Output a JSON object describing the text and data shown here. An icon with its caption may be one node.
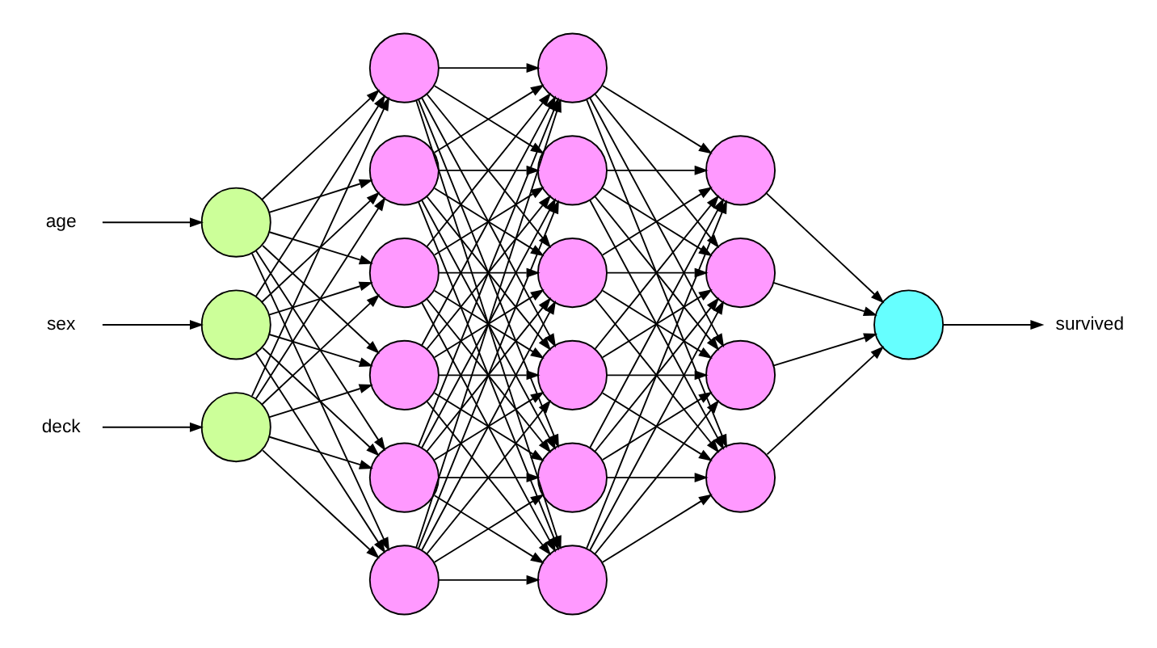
{
  "diagram": {
    "nodes": [
      {
        "text": [
          "age"
        ]
      },
      {
        "text": [
          "sex"
        ]
      },
      {
        "text": [
          "deck"
        ]
      },
      {
        "text": [],
        "shape": "circle"
      },
      {
        "text": [],
        "shape": "circle"
      },
      {
        "text": [],
        "shape": "circle"
      },
      {
        "text": [],
        "shape": "circle"
      },
      {
        "text": [],
        "shape": "circle"
      },
      {
        "text": [],
        "shape": "circle"
      },
      {
        "text": [],
        "shape": "circle"
      },
      {
        "text": [],
        "shape": "circle"
      },
      {
        "text": [],
        "shape": "circle"
      },
      {
        "text": [],
        "shape": "circle"
      },
      {
        "text": [],
        "shape": "circle"
      },
      {
        "text": [],
        "shape": "circle"
      },
      {
        "text": [],
        "shape": "circle"
      },
      {
        "text": [],
        "shape": "circle"
      },
      {
        "text": [],
        "shape": "circle"
      },
      {
        "text": [],
        "shape": "circle"
      },
      {
        "text": [],
        "shape": "circle"
      },
      {
        "text": [],
        "shape": "circle"
      },
      {
        "text": [],
        "shape": "circle"
      },
      {
        "text": [],
        "shape": "circle"
      },
      {
        "text": [
          "survived"
        ]
      }
    ],
    "edges": [
      {
        "from": 0,
        "to": 3,
        "arrow": "to"
      },
      {
        "from": 1,
        "to": 4,
        "arrow": "to"
      },
      {
        "from": 2,
        "to": 5,
        "arrow": "to"
      },
      {
        "from": 3,
        "to": 6,
        "arrow": "to"
      },
      {
        "from": 3,
        "to": 7,
        "arrow": "to"
      },
      {
        "from": 3,
        "to": 8,
        "arrow": "to"
      },
      {
        "from": 3,
        "to": 9,
        "arrow": "to"
      },
      {
        "from": 3,
        "to": 10,
        "arrow": "to"
      },
      {
        "from": 3,
        "to": 11,
        "arrow": "to"
      },
      {
        "from": 4,
        "to": 6,
        "arrow": "to"
      },
      {
        "from": 4,
        "to": 7,
        "arrow": "to"
      },
      {
        "from": 4,
        "to": 8,
        "arrow": "to"
      },
      {
        "from": 4,
        "to": 9,
        "arrow": "to"
      },
      {
        "from": 4,
        "to": 10,
        "arrow": "to"
      },
      {
        "from": 4,
        "to": 11,
        "arrow": "to"
      },
      {
        "from": 5,
        "to": 6,
        "arrow": "to"
      },
      {
        "from": 5,
        "to": 7,
        "arrow": "to"
      },
      {
        "from": 5,
        "to": 8,
        "arrow": "to"
      },
      {
        "from": 5,
        "to": 9,
        "arrow": "to"
      },
      {
        "from": 5,
        "to": 10,
        "arrow": "to"
      },
      {
        "from": 5,
        "to": 11,
        "arrow": "to"
      },
      {
        "from": 6,
        "to": 12,
        "arrow": "to"
      },
      {
        "from": 6,
        "to": 13,
        "arrow": "to"
      },
      {
        "from": 6,
        "to": 14,
        "arrow": "to"
      },
      {
        "from": 6,
        "to": 15,
        "arrow": "to"
      },
      {
        "from": 6,
        "to": 16,
        "arrow": "to"
      },
      {
        "from": 6,
        "to": 17,
        "arrow": "to"
      },
      {
        "from": 7,
        "to": 12,
        "arrow": "to"
      },
      {
        "from": 7,
        "to": 13,
        "arrow": "to"
      },
      {
        "from": 7,
        "to": 14,
        "arrow": "to"
      },
      {
        "from": 7,
        "to": 15,
        "arrow": "to"
      },
      {
        "from": 7,
        "to": 16,
        "arrow": "to"
      },
      {
        "from": 7,
        "to": 17,
        "arrow": "to"
      },
      {
        "from": 8,
        "to": 12,
        "arrow": "to"
      },
      {
        "from": 8,
        "to": 13,
        "arrow": "to"
      },
      {
        "from": 8,
        "to": 14,
        "arrow": "to"
      },
      {
        "from": 8,
        "to": 15,
        "arrow": "to"
      },
      {
        "from": 8,
        "to": 16,
        "arrow": "to"
      },
      {
        "from": 8,
        "to": 17,
        "arrow": "to"
      },
      {
        "from": 9,
        "to": 12,
        "arrow": "to"
      },
      {
        "from": 9,
        "to": 13,
        "arrow": "to"
      },
      {
        "from": 9,
        "to": 14,
        "arrow": "to"
      },
      {
        "from": 9,
        "to": 15,
        "arrow": "to"
      },
      {
        "from": 9,
        "to": 16,
        "arrow": "to"
      },
      {
        "from": 9,
        "to": 17,
        "arrow": "to"
      },
      {
        "from": 10,
        "to": 12,
        "arrow": "to"
      },
      {
        "from": 10,
        "to": 13,
        "arrow": "to"
      },
      {
        "from": 10,
        "to": 14,
        "arrow": "to"
      },
      {
        "from": 10,
        "to": 15,
        "arrow": "to"
      },
      {
        "from": 10,
        "to": 16,
        "arrow": "to"
      },
      {
        "from": 10,
        "to": 17,
        "arrow": "to"
      },
      {
        "from": 11,
        "to": 12,
        "arrow": "to"
      },
      {
        "from": 11,
        "to": 13,
        "arrow": "to"
      },
      {
        "from": 11,
        "to": 14,
        "arrow": "to"
      },
      {
        "from": 11,
        "to": 15,
        "arrow": "to"
      },
      {
        "from": 11,
        "to": 16,
        "arrow": "to"
      },
      {
        "from": 11,
        "to": 17,
        "arrow": "to"
      },
      {
        "from": 12,
        "to": 18,
        "arrow": "to"
      },
      {
        "from": 12,
        "to": 19,
        "arrow": "to"
      },
      {
        "from": 12,
        "to": 20,
        "arrow": "to"
      },
      {
        "from": 12,
        "to": 21,
        "arrow": "to"
      },
      {
        "from": 13,
        "to": 18,
        "arrow": "to"
      },
      {
        "from": 13,
        "to": 19,
        "arrow": "to"
      },
      {
        "from": 13,
        "to": 20,
        "arrow": "to"
      },
      {
        "from": 13,
        "to": 21,
        "arrow": "to"
      },
      {
        "from": 14,
        "to": 18,
        "arrow": "to"
      },
      {
        "from": 14,
        "to": 19,
        "arrow": "to"
      },
      {
        "from": 14,
        "to": 20,
        "arrow": "to"
      },
      {
        "from": 14,
        "to": 21,
        "arrow": "to"
      },
      {
        "from": 15,
        "to": 18,
        "arrow": "to"
      },
      {
        "from": 15,
        "to": 19,
        "arrow": "to"
      },
      {
        "from": 15,
        "to": 20,
        "arrow": "to"
      },
      {
        "from": 15,
        "to": 21,
        "arrow": "to"
      },
      {
        "from": 16,
        "to": 18,
        "arrow": "to"
      },
      {
        "from": 16,
        "to": 19,
        "arrow": "to"
      },
      {
        "from": 16,
        "to": 20,
        "arrow": "to"
      },
      {
        "from": 16,
        "to": 21,
        "arrow": "to"
      },
      {
        "from": 17,
        "to": 18,
        "arrow": "to"
      },
      {
        "from": 17,
        "to": 19,
        "arrow": "to"
      },
      {
        "from": 17,
        "to": 20,
        "arrow": "to"
      },
      {
        "from": 17,
        "to": 21,
        "arrow": "to"
      },
      {
        "from": 18,
        "to": 22,
        "arrow": "to"
      },
      {
        "from": 19,
        "to": 22,
        "arrow": "to"
      },
      {
        "from": 20,
        "to": 22,
        "arrow": "to"
      },
      {
        "from": 21,
        "to": 22,
        "arrow": "to"
      },
      {
        "from": 22,
        "to": 23,
        "arrow": "to"
      }
    ]
  }
}
